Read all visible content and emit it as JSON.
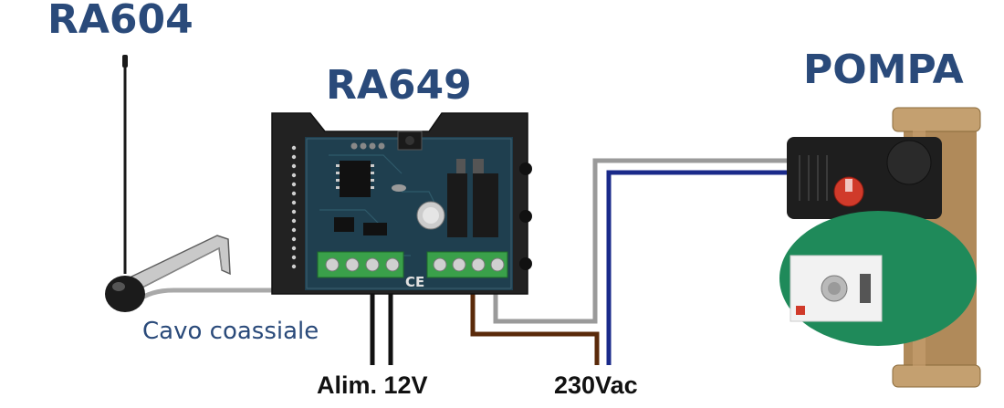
{
  "labels": {
    "antenna": "RA604",
    "receiver": "RA649",
    "pump": "POMPA",
    "coax": "Cavo coassiale",
    "power": "Alim. 12V",
    "mains": "230Vac"
  },
  "colors": {
    "title": "#2a4a7a",
    "grey_wire": "#9a9a9a",
    "blue_wire": "#1a2a8a",
    "brown_wire": "#5a2a0a",
    "black_wire": "#111111",
    "pcb": "#1f3f4f",
    "terminal_green": "#3aa04a",
    "pump_green": "#1f8a5a",
    "pump_brass": "#b08a5a"
  }
}
